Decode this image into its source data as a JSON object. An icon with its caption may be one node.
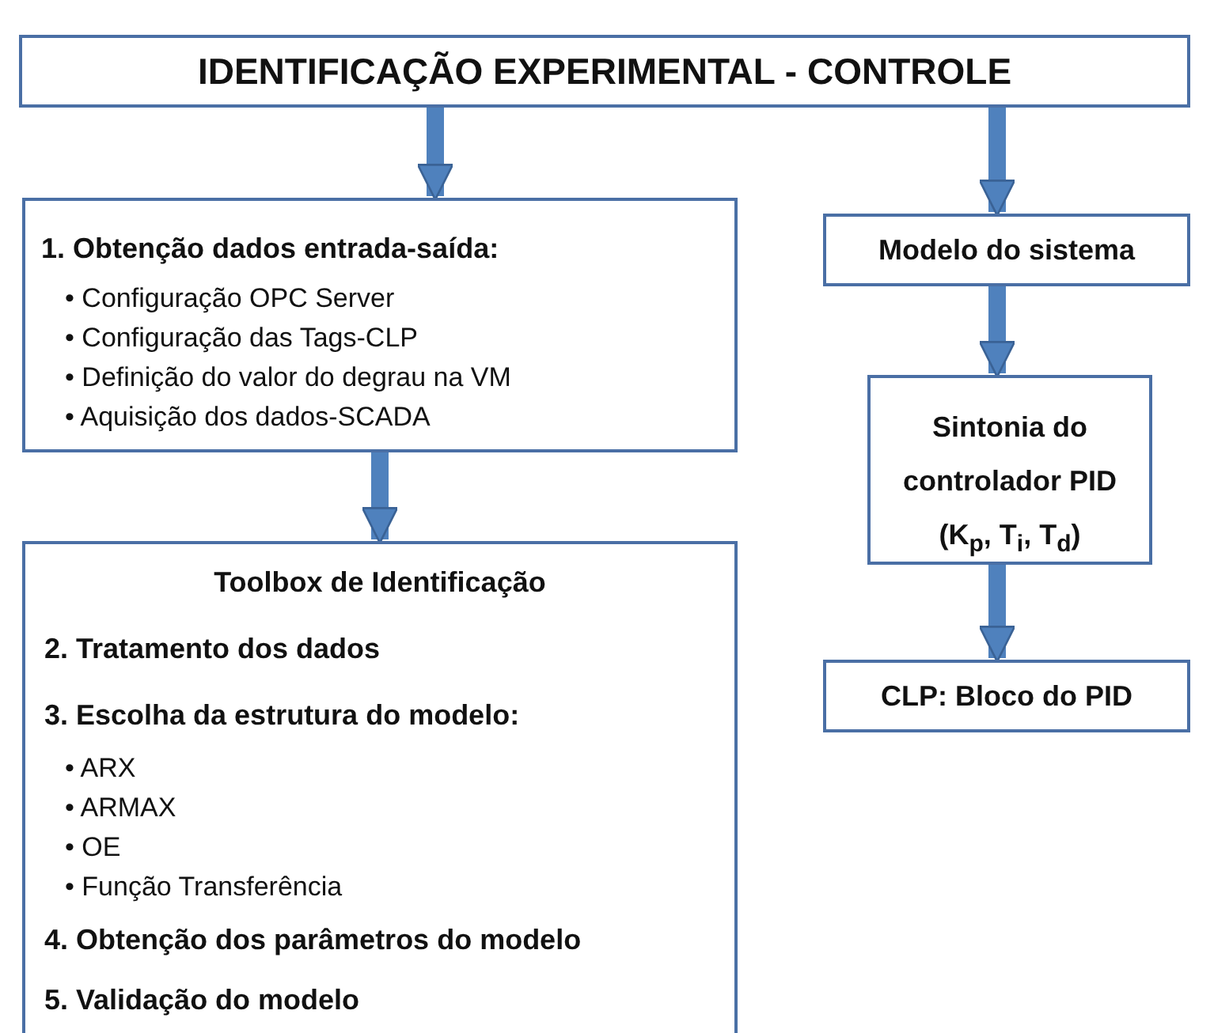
{
  "diagram": {
    "nodes": [
      {
        "text": [
          "IDENTIFICAÇÃO EXPERIMENTAL -  CONTROLE"
        ]
      },
      {
        "text": [
          "1. Obtenção dados entrada-saída:",
          "• Configuração OPC Server",
          "• Configuração das Tags-CLP",
          "• Definição do valor do degrau na VM",
          "• Aquisição dos dados-SCADA"
        ]
      },
      {
        "text": [
          "Toolbox de Identificação",
          "2. Tratamento dos dados",
          "3. Escolha da estrutura do modelo:",
          "• ARX",
          "• ARMAX",
          "• OE",
          "• Função Transferência",
          "4. Obtenção dos parâmetros do modelo",
          "5. Validação do modelo"
        ]
      },
      {
        "text": [
          "Modelo do sistema"
        ]
      },
      {
        "text": [
          "Sintonia do controlador PID (K$_{p}$, T$_{i}$, T$_{d}$)"
        ]
      },
      {
        "text": [
          "CLP: Bloco do PID"
        ]
      }
    ],
    "edges": [
      {
        "from": 0,
        "to": 1,
        "arrow": "to"
      },
      {
        "from": 1,
        "to": 2,
        "arrow": "to"
      },
      {
        "from": 0,
        "to": 3,
        "arrow": "to"
      },
      {
        "from": 3,
        "to": 4,
        "arrow": "to"
      },
      {
        "from": 4,
        "to": 5,
        "arrow": "to"
      }
    ]
  }
}
